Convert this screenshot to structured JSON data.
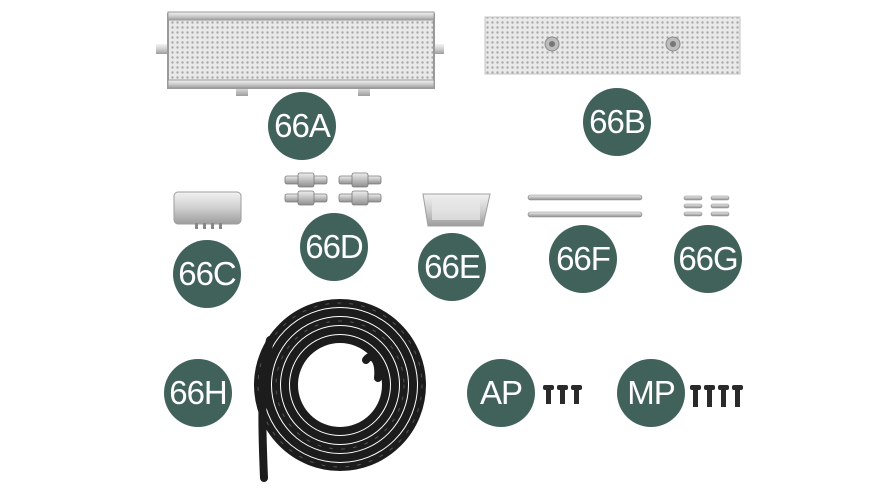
{
  "parts": [
    {
      "id": "66a",
      "label": "66A"
    },
    {
      "id": "66b",
      "label": "66B"
    },
    {
      "id": "66c",
      "label": "66C"
    },
    {
      "id": "66d",
      "label": "66D"
    },
    {
      "id": "66e",
      "label": "66E"
    },
    {
      "id": "66f",
      "label": "66F"
    },
    {
      "id": "66g",
      "label": "66G"
    },
    {
      "id": "66h",
      "label": "66H"
    },
    {
      "id": "ap",
      "label": "AP"
    },
    {
      "id": "mp",
      "label": "MP"
    }
  ],
  "colors": {
    "badge": "#41615b",
    "badge_text": "#ffffff",
    "hose": "#1c1c1c",
    "metal": "#c8c8c8"
  }
}
